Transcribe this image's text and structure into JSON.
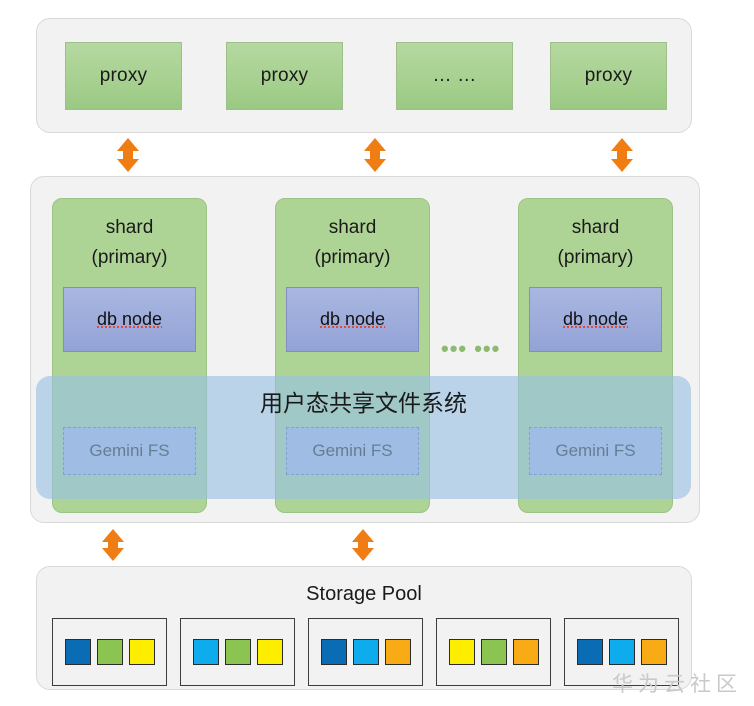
{
  "diagram": {
    "title": "Shared-storage database architecture",
    "watermark": "华为云社区",
    "colors": {
      "panel_bg": "#f2f2f2",
      "panel_border": "#d9d9d9",
      "shard_green": "#aed495",
      "proxy_green": "#a8d191",
      "dbnode_blue": "#9cabdb",
      "geminifs_blue": "#aab6e4",
      "fs_band_blue": "#98c0e3",
      "arrow_orange": "#ef7d14",
      "ellipsis_green": "#8cba6e"
    }
  },
  "proxy_layer": {
    "name": "proxy-layer",
    "boxes": [
      {
        "label": "proxy"
      },
      {
        "label": "proxy"
      },
      {
        "label": "… …"
      },
      {
        "label": "proxy"
      }
    ]
  },
  "shard_layer": {
    "name": "shard-layer",
    "ellipsis": "••• •••",
    "fs_band_label": "用户态共享文件系统",
    "shards": [
      {
        "title_line1": "shard",
        "title_line2": "(primary)",
        "db_node": "db node",
        "fs": "Gemini FS"
      },
      {
        "title_line1": "shard",
        "title_line2": "(primary)",
        "db_node": "db node",
        "fs": "Gemini FS"
      },
      {
        "title_line1": "shard",
        "title_line2": "(primary)",
        "db_node": "db node",
        "fs": "Gemini FS"
      }
    ]
  },
  "storage_pool": {
    "name": "storage-pool",
    "title": "Storage Pool",
    "nodes": [
      {
        "disks": [
          "#0a6cb5",
          "#8cc451",
          "#fdee00"
        ]
      },
      {
        "disks": [
          "#0eacec",
          "#8cc451",
          "#fdee00"
        ]
      },
      {
        "disks": [
          "#0a6cb5",
          "#0eacec",
          "#f9ab16"
        ]
      },
      {
        "disks": [
          "#fdee00",
          "#8cc451",
          "#f9ab16"
        ]
      },
      {
        "disks": [
          "#0a6cb5",
          "#0eacec",
          "#f9ab16"
        ]
      }
    ]
  },
  "connectors": {
    "name": "connectors",
    "proxy_to_shard": [
      {
        "label": "bidirectional-arrow"
      },
      {
        "label": "bidirectional-arrow"
      },
      {
        "label": "bidirectional-arrow"
      }
    ],
    "shard_to_storage": [
      {
        "label": "bidirectional-arrow"
      },
      {
        "label": "bidirectional-arrow"
      }
    ]
  }
}
